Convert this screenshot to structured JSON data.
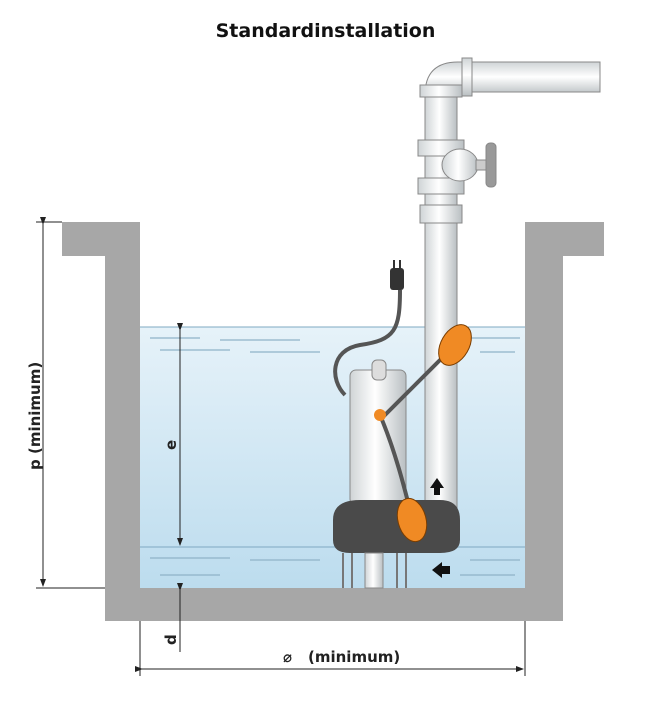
{
  "title": "Standardinstallation",
  "labels": {
    "p": "p  (minimum)",
    "e": "e",
    "d": "d",
    "diameter_symbol": "⌀",
    "diameter": "(minimum)"
  },
  "colors": {
    "wall": "#a7a7a7",
    "water": "#cfe6f3",
    "float": "#f08a24",
    "pump_base": "#4a4a4a"
  }
}
